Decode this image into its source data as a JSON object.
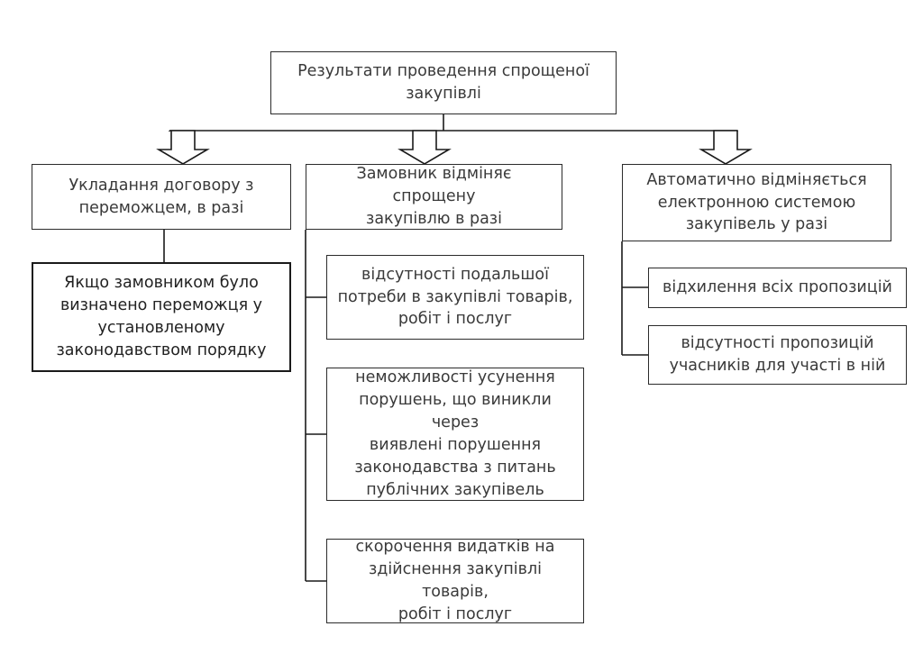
{
  "diagram": {
    "title_node": {
      "id": "root",
      "text": "Результати проведення спрощеної\nзакупівлі"
    },
    "branches": [
      {
        "id": "branch-left",
        "header": {
          "id": "node-left-header",
          "text": "Укладання договору з\nпереможцем, в разі"
        },
        "children": [
          {
            "id": "node-left-child-1",
            "text": "Якщо замовником було\nвизначено переможця у\nустановленому\nзаконодавством порядку"
          }
        ]
      },
      {
        "id": "branch-middle",
        "header": {
          "id": "node-middle-header",
          "text": "Замовник відміняє спрощену\nзакупівлю в разі"
        },
        "children": [
          {
            "id": "node-middle-child-1",
            "text": "відсутності подальшої\nпотреби в закупівлі товарів,\nробіт і послуг"
          },
          {
            "id": "node-middle-child-2",
            "text": "неможливості усунення\nпорушень, що виникли через\nвиявлені порушення\nзаконодавства з питань\nпублічних закупівель"
          },
          {
            "id": "node-middle-child-3",
            "text": "скорочення видатків на\nздійснення закупівлі товарів,\nробіт і послуг"
          }
        ]
      },
      {
        "id": "branch-right",
        "header": {
          "id": "node-right-header",
          "text": "Автоматично відміняється\nелектронною системою\nзакупівель у разі"
        },
        "children": [
          {
            "id": "node-right-child-1",
            "text": "відхилення всіх пропозицій"
          },
          {
            "id": "node-right-child-2",
            "text": "відсутності пропозицій\nучасників для участі в ній"
          }
        ]
      }
    ],
    "colors": {
      "background": "#ffffff",
      "box_border": "#2b2b2b",
      "box_border_emphasis": "#1a1a1a",
      "text": "#3a3a3a",
      "connector": "#1a1a1a"
    }
  }
}
